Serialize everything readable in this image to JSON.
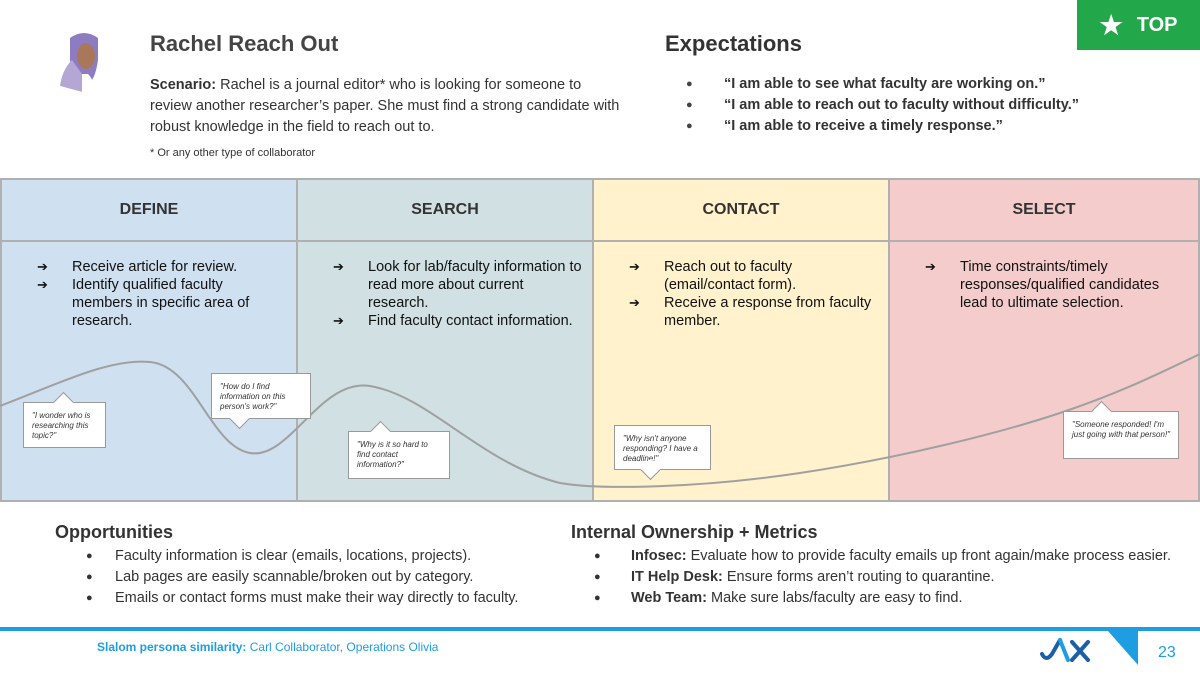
{
  "persona": {
    "title": "Rachel Reach Out",
    "scenario_label": "Scenario:",
    "scenario_text": " Rachel is a journal editor* who is looking for someone to review another researcher’s paper. She must find a strong candidate with robust knowledge in the field to reach out to.",
    "footnote": "* Or any other type of collaborator"
  },
  "expectations": {
    "title": "Expectations",
    "items": [
      "“I am able to see what faculty are working on.”",
      "“I am able to reach out to faculty without difficulty.”",
      "“I am able to receive a timely response.”"
    ]
  },
  "badge": {
    "label": "TOP",
    "icon": "star-icon",
    "color": "#22a84a"
  },
  "stages": [
    {
      "name": "DEFINE",
      "color": "#cfe0f1",
      "items": [
        "Receive article for review.",
        "Identify qualified faculty members in specific area of research."
      ]
    },
    {
      "name": "SEARCH",
      "color": "#d0e0e3",
      "items": [
        "Look for lab/faculty information to read more about current research.",
        "Find faculty contact information."
      ]
    },
    {
      "name": "CONTACT",
      "color": "#fff2cc",
      "items": [
        "Reach out to faculty (email/contact form).",
        "Receive a response from faculty member."
      ]
    },
    {
      "name": "SELECT",
      "color": "#f4cccc",
      "items": [
        "Time constraints/timely responses/qualified candidates lead to ultimate selection."
      ]
    }
  ],
  "bubbles": [
    "\"I wonder who is researching this topic?\"",
    "\"How do I find information on this person's work?\"",
    "\"Why is it so hard to find contact information?\"",
    "\"Why isn't anyone responding? I have a deadline!\"",
    "\"Someone responded! I'm just going with that person!\""
  ],
  "opportunities": {
    "title": "Opportunities",
    "items": [
      "Faculty information is clear (emails, locations, projects).",
      "Lab pages are easily scannable/broken out by category.",
      "Emails or contact forms must make their way directly to faculty."
    ]
  },
  "ownership": {
    "title": "Internal Ownership + Metrics",
    "items": [
      {
        "owner": "Infosec:",
        "text": " Evaluate how to provide faculty emails up front again/make process easier."
      },
      {
        "owner": "IT Help Desk:",
        "text": " Ensure forms aren’t routing to quarantine."
      },
      {
        "owner": "Web Team:",
        "text": " Make sure labs/faculty are easy to find."
      }
    ]
  },
  "footer": {
    "similarity_label": "Slalom persona similarity:",
    "similarity_text": " Carl Collaborator, Operations Olivia",
    "page_number": "23",
    "accent": "#1e9de3"
  }
}
